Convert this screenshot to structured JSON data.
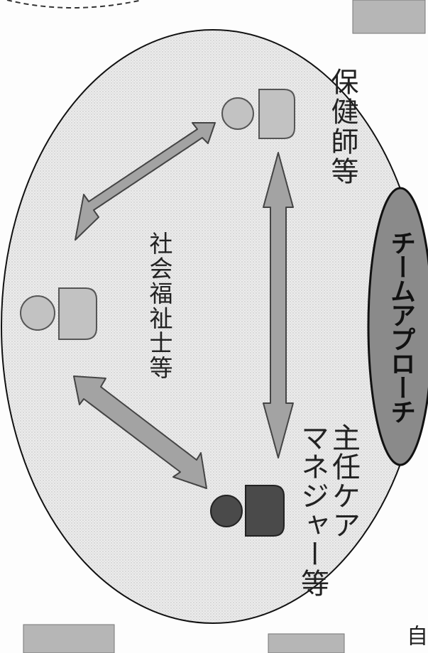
{
  "diagram": {
    "roles": {
      "social_worker": "社会福祉士等",
      "health_nurse": "保健師等",
      "care_manager": [
        "主任ケア",
        "マネジャー等"
      ]
    },
    "team_approach": "チームアプローチ",
    "corner_text": "自"
  },
  "colors": {
    "background": "#fdfdfd",
    "oval_fill": "#e9e9e9",
    "person_light": "#c2c2c2",
    "person_dark": "#4a4a4a",
    "arrow_fill": "#a3a3a3",
    "badge_fill": "#8a8a8a",
    "gray_box": "#b6b6b6"
  }
}
